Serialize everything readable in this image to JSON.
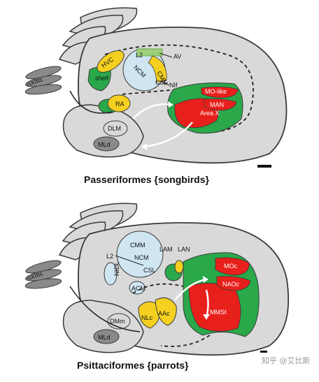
{
  "colors": {
    "brain_fill": "#d9d9d9",
    "brain_stroke": "#3a3a3a",
    "nucleus_green": "#2aa84a",
    "nucleus_red": "#e8201c",
    "nucleus_yellow": "#f5d020",
    "auditory_blue": "#cfe6f2",
    "nerve_gray": "#8a8a8a"
  },
  "songbird": {
    "caption": "Passeriformes {songbirds}",
    "labels": {
      "hvc": "HVC",
      "shelf": "shelf",
      "ra": "RA",
      "av": "AV",
      "ncm": "NCM",
      "cmm": "CMM",
      "l2": "L2",
      "csl": "CSL",
      "nif": "NIf",
      "mo_like": "MO-like",
      "man": "MAN",
      "area_x": "Area X",
      "dlm": "DLM",
      "mld": "MLd",
      "nxiits": "nXIIts"
    }
  },
  "parrot": {
    "caption": "Psittaciformes {parrots}",
    "labels": {
      "l2": "L2",
      "cmm": "CMM",
      "ncm": "NCM",
      "csl": "CSL",
      "nidl": "NIDL",
      "acm": "ACM",
      "lam": "LAM",
      "lan": "LAN",
      "moc": "MOc",
      "naoc": "NAOc",
      "mmst": "MMSt",
      "dmm": "DMm",
      "nlc": "NLc",
      "aac": "AAc",
      "mld": "MLd",
      "nxiits": "nXIIts"
    }
  },
  "watermark": "知乎 @艾比斯"
}
